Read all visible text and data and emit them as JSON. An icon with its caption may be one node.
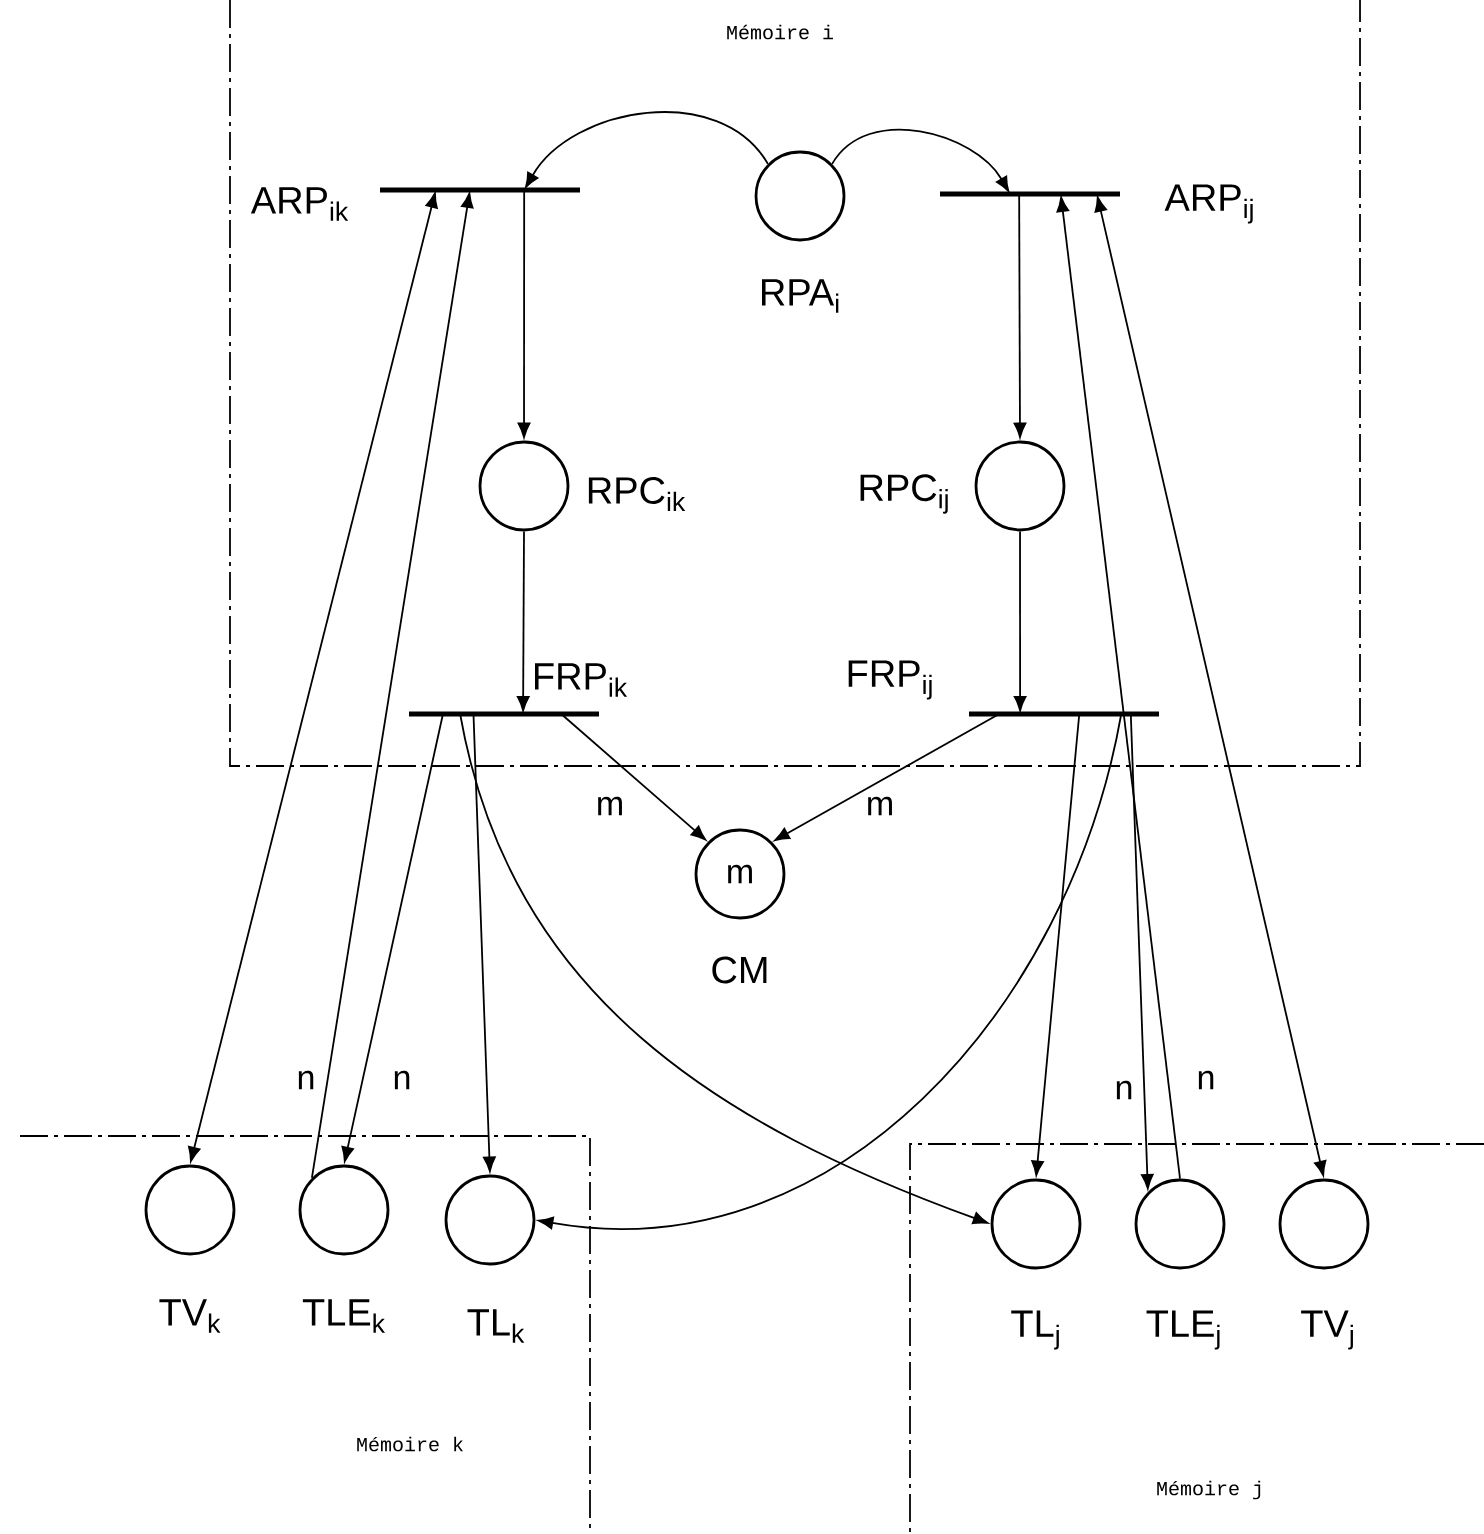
{
  "diagram": {
    "nodes": [
      {
        "text": [
          "Mémoire i"
        ]
      },
      {
        "text": [
          "Mémoire k"
        ]
      },
      {
        "text": [
          "Mémoire j"
        ]
      },
      {
        "text": [
          "ARP$_{ik}$"
        ],
        "in": 0
      },
      {
        "text": [
          "RPA$_{i}$"
        ],
        "in": 0
      },
      {
        "text": [
          "ARP$_{ij}$"
        ],
        "in": 0
      },
      {
        "text": [
          "RPC$_{ik}$"
        ],
        "in": 0
      },
      {
        "text": [
          "RPC$_{ij}$"
        ],
        "in": 0
      },
      {
        "text": [
          "FRP$_{ik}$"
        ],
        "in": 0
      },
      {
        "text": [
          "FRP$_{ij}$"
        ],
        "in": 0
      },
      {
        "text": [
          "m"
        ],
        "beside": [
          "CM"
        ]
      },
      {
        "text": [
          "TV$_{k}$"
        ],
        "in": 1
      },
      {
        "text": [
          "TLE$_{k}$"
        ],
        "in": 1
      },
      {
        "text": [
          "TL$_{k}$"
        ],
        "in": 1
      },
      {
        "text": [
          "TL$_{j}$"
        ],
        "in": 2
      },
      {
        "text": [
          "TLE$_{j}$"
        ],
        "in": 2
      },
      {
        "text": [
          "TV$_{j}$"
        ],
        "in": 2
      }
    ],
    "edges": [
      {
        "from": 4,
        "to": 3,
        "arrow": "to"
      },
      {
        "from": 4,
        "to": 5,
        "arrow": "to"
      },
      {
        "from": 3,
        "to": 6,
        "arrow": "to"
      },
      {
        "from": 5,
        "to": 7,
        "arrow": "to"
      },
      {
        "from": 6,
        "to": 8,
        "arrow": "to"
      },
      {
        "from": 7,
        "to": 9,
        "arrow": "to"
      },
      {
        "from": 8,
        "to": 10,
        "arrow": "to",
        "label": "m"
      },
      {
        "from": 9,
        "to": 10,
        "arrow": "to",
        "label": "m"
      },
      {
        "from": 11,
        "to": 3,
        "arrow": "both"
      },
      {
        "from": 12,
        "to": 3,
        "arrow": "to",
        "label": "n"
      },
      {
        "from": 8,
        "to": 12,
        "arrow": "to",
        "label": "n"
      },
      {
        "from": 8,
        "to": 13,
        "arrow": "to"
      },
      {
        "from": 8,
        "to": 14,
        "arrow": "to"
      },
      {
        "from": 9,
        "to": 13,
        "arrow": "to"
      },
      {
        "from": 9,
        "to": 14,
        "arrow": "to"
      },
      {
        "from": 9,
        "to": 15,
        "arrow": "to",
        "label": "n"
      },
      {
        "from": 15,
        "to": 5,
        "arrow": "to",
        "label": "n"
      },
      {
        "from": 16,
        "to": 5,
        "arrow": "both"
      }
    ]
  }
}
